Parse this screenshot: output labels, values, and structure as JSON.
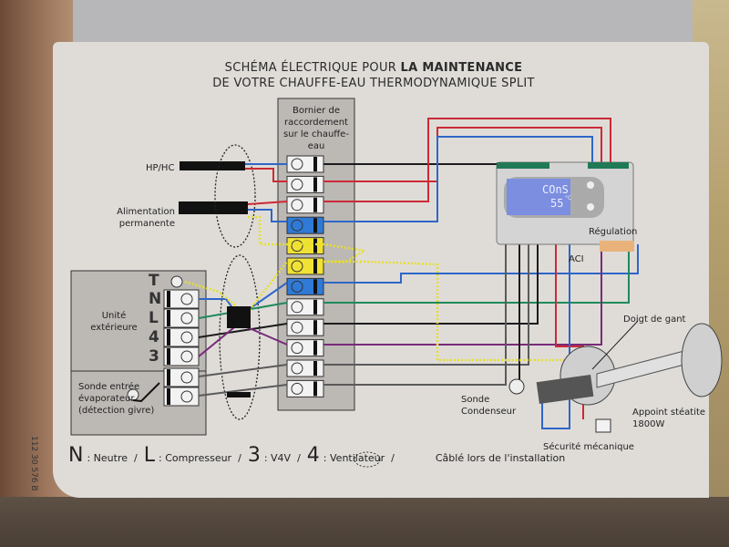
{
  "title": {
    "line1_normal": "SCHÉMA ÉLECTRIQUE POUR ",
    "line1_bold": "LA MAINTENANCE",
    "line2": "DE VOTRE CHAUFFE-EAU THERMODYNAMIQUE SPLIT"
  },
  "bornier": {
    "label": "Bornier de raccordement sur le chauffe-eau",
    "terminals": [
      "white",
      "white",
      "white",
      "blue",
      "yellow",
      "yellow",
      "blue",
      "white",
      "white",
      "white",
      "white",
      "white"
    ]
  },
  "inputs": {
    "hphc": "HP/HC",
    "alimentation": "Alimentation permanente"
  },
  "unite_exterieure": {
    "label": "Unité extérieure",
    "terminals": [
      "T",
      "N",
      "L",
      "4",
      "3"
    ]
  },
  "sonde_evaporateur": {
    "label": "Sonde entrée évaporateur (détection givre)"
  },
  "regulation": {
    "label": "Régulation",
    "display_line1": "COnS",
    "display_line2": "55",
    "display_unit": "°C"
  },
  "labels": {
    "aci": "ACI",
    "doigt_de_gant": "Doigt de gant",
    "sonde_condenseur": "Sonde Condenseur",
    "appoint": "Appoint stéatite 1800W",
    "securite": "Sécurité mécanique"
  },
  "legend": {
    "n_key": "N",
    "n_val": ": Neutre",
    "l_key": "L",
    "l_val": ": Compresseur",
    "k3_key": "3",
    "k3_val": ": V4V",
    "k4_key": "4",
    "k4_val": ": Ventilateur",
    "dashed_val": "Câblé lors de l'installation",
    "separator": "/"
  },
  "page_code": "112 30 576 B",
  "wire_colors": {
    "blue": "#2f66c8",
    "red": "#cc2a35",
    "black": "#1c1c1c",
    "green": "#1e8a5a",
    "purple": "#7a2a7a",
    "yellow": "#e6e02a",
    "gray": "#5a5a5a",
    "orange": "#e8a040"
  }
}
